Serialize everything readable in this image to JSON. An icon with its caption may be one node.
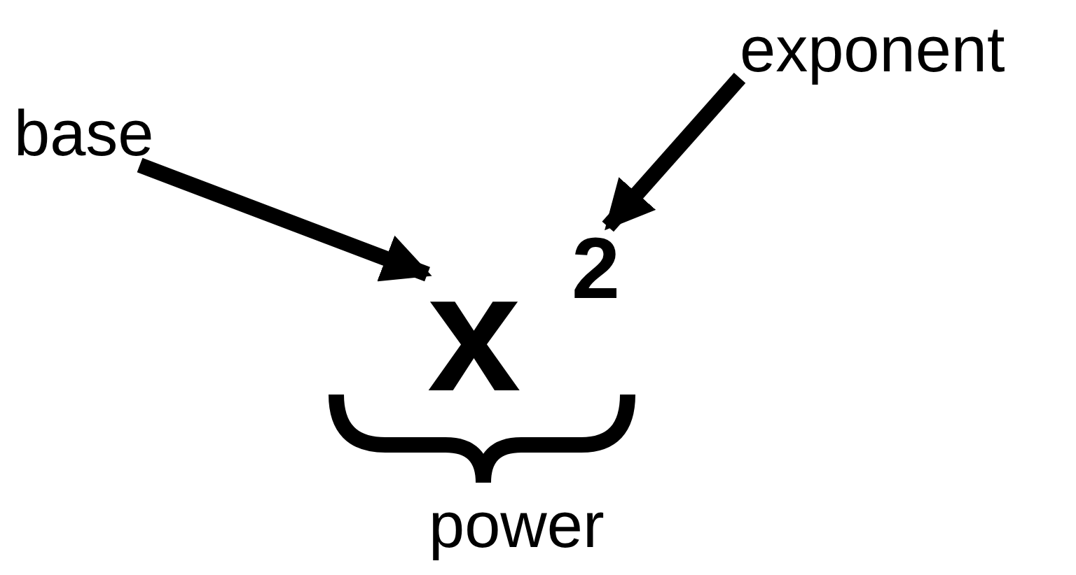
{
  "diagram": {
    "nodes": [
      {
        "text": [
          "base"
        ]
      },
      {
        "text": [
          "exponent"
        ]
      },
      {
        "text": [
          "x"
        ]
      },
      {
        "text": [
          "2"
        ]
      }
    ],
    "edges": [
      {
        "from": 0,
        "to": 2,
        "arrow": "to"
      },
      {
        "from": 1,
        "to": 3,
        "arrow": "to"
      }
    ],
    "labels": [
      "power"
    ]
  }
}
